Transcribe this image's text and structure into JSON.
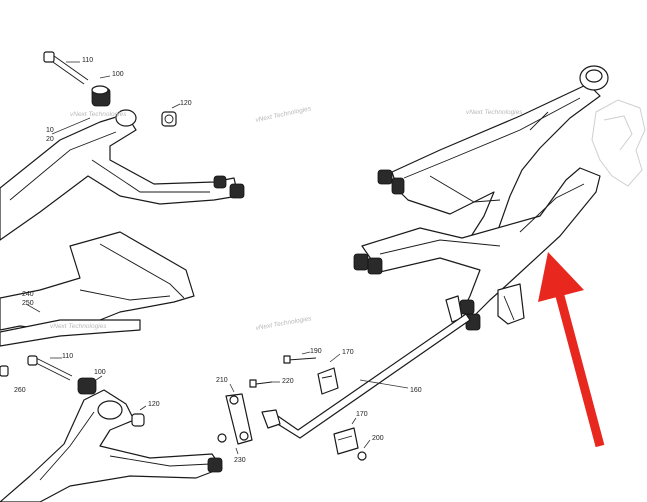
{
  "callouts": [
    {
      "id": "c110a",
      "text": "110"
    },
    {
      "id": "c100a",
      "text": "100"
    },
    {
      "id": "c120a",
      "text": "120"
    },
    {
      "id": "c10",
      "text": "10"
    },
    {
      "id": "c20",
      "text": "20"
    },
    {
      "id": "c240",
      "text": "240"
    },
    {
      "id": "c250",
      "text": "250"
    },
    {
      "id": "c110b",
      "text": "110"
    },
    {
      "id": "c100b",
      "text": "100"
    },
    {
      "id": "c120b",
      "text": "120"
    },
    {
      "id": "c260",
      "text": "260"
    },
    {
      "id": "c190",
      "text": "190"
    },
    {
      "id": "c170a",
      "text": "170"
    },
    {
      "id": "c210",
      "text": "210"
    },
    {
      "id": "c220",
      "text": "220"
    },
    {
      "id": "c160",
      "text": "160"
    },
    {
      "id": "c170b",
      "text": "170"
    },
    {
      "id": "c200",
      "text": "200"
    },
    {
      "id": "c230",
      "text": "230"
    }
  ],
  "watermarks": [
    {
      "id": "w1",
      "text": "vNext Technologies"
    },
    {
      "id": "w2",
      "text": "vNext Technologies"
    },
    {
      "id": "w3",
      "text": "vNext Technologies"
    },
    {
      "id": "w4",
      "text": "vNext Technologies"
    },
    {
      "id": "w5",
      "text": "vNext Technologies"
    }
  ],
  "colors": {
    "arrow": "#e8281e",
    "line": "#1a1a1a",
    "watermark": "#b9b9b9"
  },
  "indicator": {
    "icon": "red-arrow-icon",
    "points_to": "upper-rear-a-arm"
  }
}
